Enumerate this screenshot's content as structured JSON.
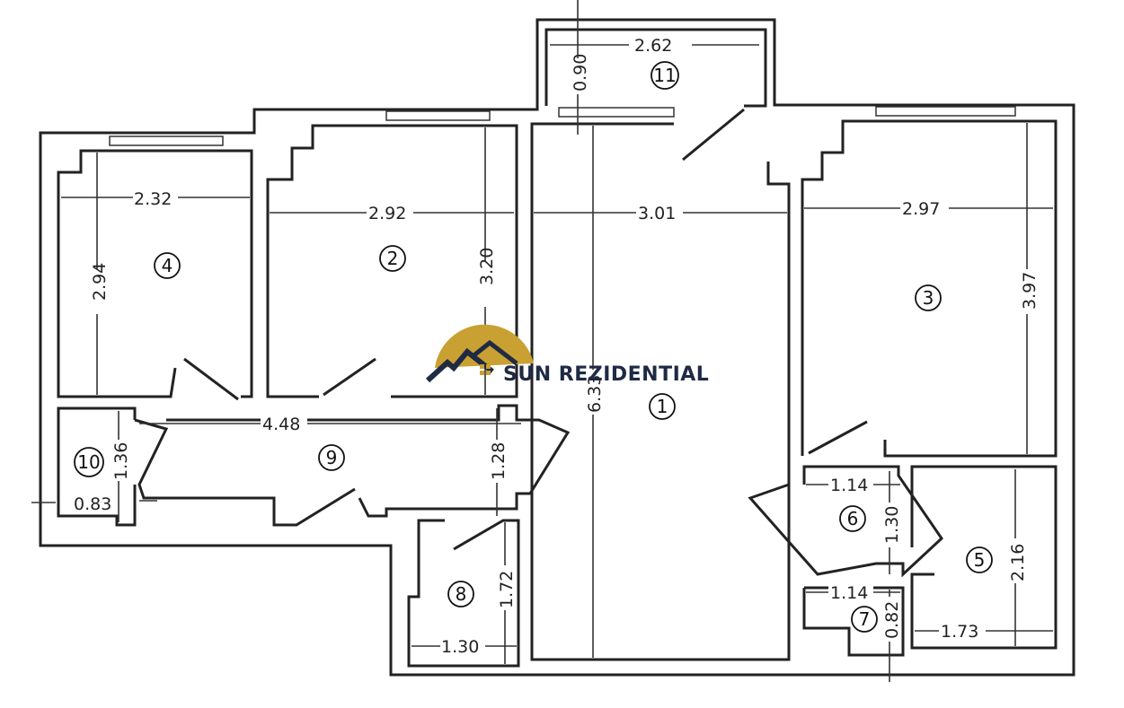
{
  "logo": {
    "text": "SUN REZIDENTIAL",
    "colors": {
      "sun": "#c9a032",
      "roof": "#1f2a44"
    }
  },
  "rooms": [
    {
      "number": "1"
    },
    {
      "number": "2"
    },
    {
      "number": "3"
    },
    {
      "number": "4"
    },
    {
      "number": "5"
    },
    {
      "number": "6"
    },
    {
      "number": "7"
    },
    {
      "number": "8"
    },
    {
      "number": "9"
    },
    {
      "number": "10"
    },
    {
      "number": "11"
    }
  ],
  "dimensions": {
    "room11_width": "2.62",
    "room11_depth": "0.90",
    "room4_width": "2.32",
    "room4_depth": "2.94",
    "room2_width": "2.92",
    "room2_depth": "3.20",
    "room1_width": "3.01",
    "room1_depth": "6.33",
    "room3_width": "2.97",
    "room3_depth": "3.97",
    "room9_width": "4.48",
    "room9_depth": "1.28",
    "room10_depth": "1.36",
    "room10_width": "0.83",
    "room8_depth": "1.72",
    "room8_width": "1.30",
    "room6_width": "1.14",
    "room6_depth": "1.30",
    "room7_width": "1.14",
    "room7_depth": "0.82",
    "room5_depth": "2.16",
    "room5_width": "1.73"
  }
}
